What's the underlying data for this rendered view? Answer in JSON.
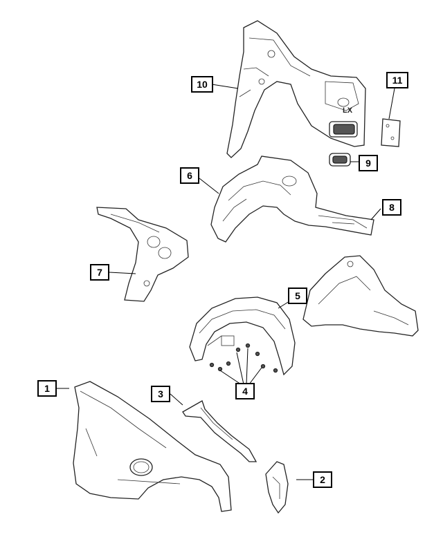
{
  "callouts": [
    {
      "id": "c1",
      "label": "1"
    },
    {
      "id": "c2",
      "label": "2"
    },
    {
      "id": "c3",
      "label": "3"
    },
    {
      "id": "c4",
      "label": "4"
    },
    {
      "id": "c5",
      "label": "5"
    },
    {
      "id": "c6",
      "label": "6"
    },
    {
      "id": "c7",
      "label": "7"
    },
    {
      "id": "c8",
      "label": "8"
    },
    {
      "id": "c9",
      "label": "9"
    },
    {
      "id": "c10",
      "label": "10"
    },
    {
      "id": "c11",
      "label": "11"
    }
  ],
  "panel_marking": "LX"
}
